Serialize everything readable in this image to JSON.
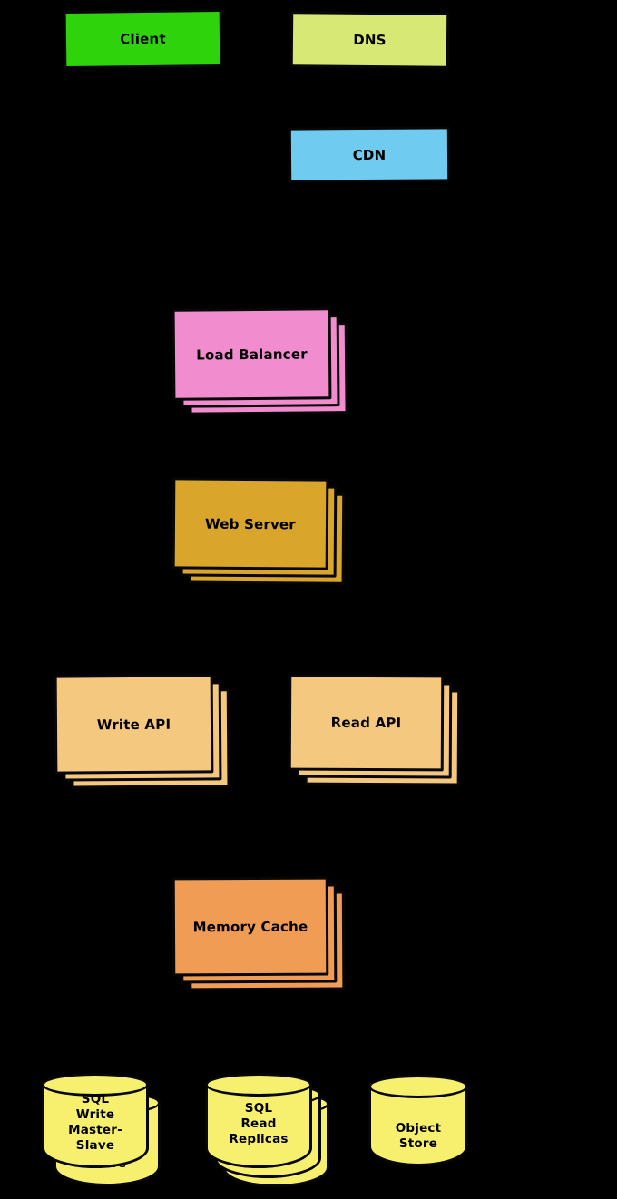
{
  "diagram": {
    "background_color": "#000000",
    "style": "hand-drawn system architecture diagram",
    "nodes": [
      {
        "id": "client",
        "label": "Client",
        "color": "#2FD30B",
        "shape": "box",
        "stack_count": 1
      },
      {
        "id": "dns",
        "label": "DNS",
        "color": "#D7E874",
        "shape": "box",
        "stack_count": 1
      },
      {
        "id": "cdn",
        "label": "CDN",
        "color": "#6FCBEF",
        "shape": "box",
        "stack_count": 1
      },
      {
        "id": "load-balancer",
        "label": "Load Balancer",
        "color": "#F18CCE",
        "shape": "box",
        "stack_count": 3
      },
      {
        "id": "web-server",
        "label": "Web Server",
        "color": "#D9A62B",
        "shape": "box",
        "stack_count": 3
      },
      {
        "id": "write-api",
        "label": "Write API",
        "color": "#F5C87F",
        "shape": "box",
        "stack_count": 3
      },
      {
        "id": "read-api",
        "label": "Read API",
        "color": "#F5C87F",
        "shape": "box",
        "stack_count": 3
      },
      {
        "id": "memory-cache",
        "label": "Memory Cache",
        "color": "#F09C55",
        "shape": "box",
        "stack_count": 3
      },
      {
        "id": "sql-write-master-slave",
        "label": "SQL\nWrite\nMaster-\nSlave",
        "color": "#F7F06F",
        "shape": "cylinder",
        "stack_count": 2
      },
      {
        "id": "sql-read-replicas",
        "label": "SQL\nRead\nReplicas",
        "color": "#F7F06F",
        "shape": "cylinder",
        "stack_count": 3
      },
      {
        "id": "object-store",
        "label": "Object\nStore",
        "color": "#F7F06F",
        "shape": "cylinder",
        "stack_count": 1
      }
    ]
  }
}
